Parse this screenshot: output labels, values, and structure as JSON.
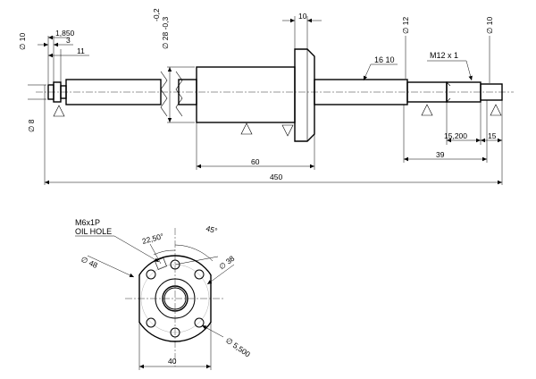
{
  "drawing": {
    "side_view": {
      "diameters": {
        "left_end": "∅ 10",
        "left_bearing": "∅ 8",
        "nut_body": "∅ 28 -0,3",
        "nut_body_tol": "-0,2",
        "screw": "∅ 12",
        "right_end": "∅ 10"
      },
      "lengths": {
        "d1850": "1,850",
        "d3": "3",
        "d11": "11",
        "d10_flange": "10",
        "d60": "60",
        "d450": "450",
        "d39": "39",
        "d15200": "15,200",
        "d15": "15"
      },
      "callouts": {
        "lead": "16 10",
        "thread": "M12 x 1"
      }
    },
    "front_view": {
      "callouts": {
        "oil_hole_line1": "M6x1P",
        "oil_hole_line2": "OIL HOLE"
      },
      "angles": {
        "a1": "22,50°",
        "a2": "45°"
      },
      "diameters": {
        "outer": "∅ 48",
        "bolt_circle": "∅ 38",
        "hole": "∅ 5,500"
      },
      "widths": {
        "flat": "40"
      }
    }
  }
}
